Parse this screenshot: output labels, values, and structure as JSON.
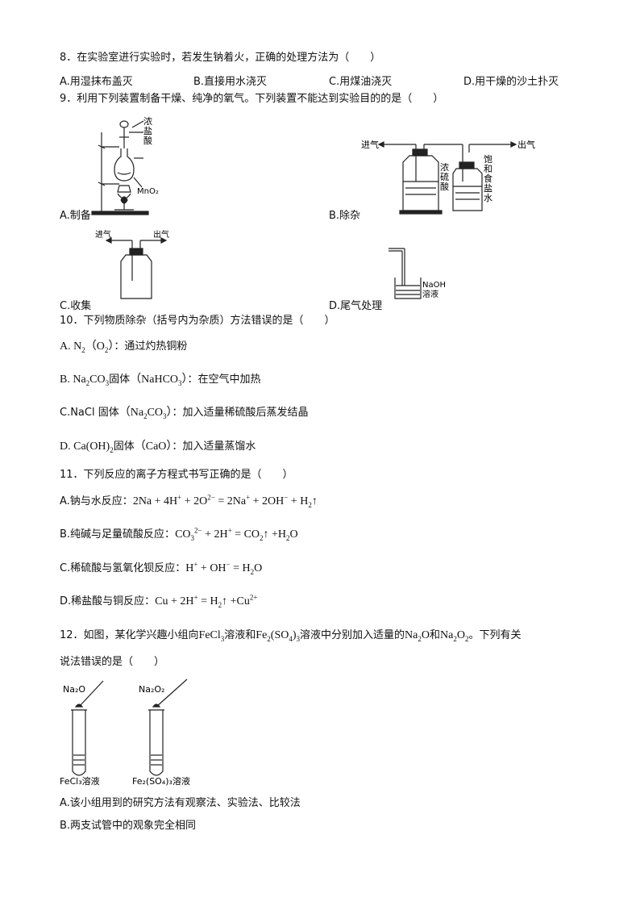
{
  "q8": {
    "stem": "8．在实验室进行实验时，若发生钠着火，正确的处理方法为（　　）",
    "options": [
      "A.用湿抹布盖灭",
      "B.直接用水浇灭",
      "C.用煤油浇灭",
      "D.用干燥的沙土扑灭"
    ]
  },
  "q9": {
    "stem": "9．利用下列装置制备干燥、纯净的氧气。下列装置不能达到实验目的的是（　　）",
    "options": [
      "A.制备",
      "B.除杂",
      "C.收集",
      "D.尾气处理"
    ],
    "fig_a": {
      "label_conc": "浓",
      "label_salt": "盐",
      "label_acid": "酸",
      "label_mno2": "MnO₂"
    },
    "fig_b": {
      "in": "进气",
      "out": "出气",
      "left1": "浓",
      "left2": "硫",
      "left3": "酸",
      "right1": "饱",
      "right2": "和",
      "right3": "食",
      "right4": "盐",
      "right5": "水"
    },
    "fig_c": {
      "in": "进气",
      "out": "出气"
    },
    "fig_d": {
      "label1": "NaOH",
      "label2": "溶液"
    }
  },
  "q10": {
    "stem": "10．下列物质除杂（括号内为杂质）方法错误的是（　　）",
    "a_text": "：通过灼热铜粉",
    "b_solid": "固体",
    "b_text": "：在空气中加热",
    "c_pre": "C.NaCl 固体",
    "c_text": "：加入适量稀硫酸后蒸发结晶",
    "d_solid": "固体",
    "d_text": "：加入适量蒸馏水"
  },
  "q11": {
    "stem": "11．下列反应的离子方程式书写正确的是（　　）",
    "a_pre": "A.钠与水反应：",
    "b_pre": "B.纯碱与足量硫酸反应：",
    "c_pre": "C.稀硫酸与氢氧化钡反应：",
    "d_pre": "D.稀盐酸与铜反应："
  },
  "q12": {
    "stem_1": "12．如图，某化学兴趣小组向",
    "stem_2": "溶液和",
    "stem_3": "溶液中分别加入适量的",
    "stem_4": "和",
    "stem_5": "。下列有关",
    "stem_line2": "说法错误的是（　　）",
    "fig": {
      "reagent_left": "Na₂O",
      "reagent_right": "Na₂O₂",
      "tube_left": "FeCl₃溶液",
      "tube_right": "Fe₂(SO₄)₃溶液"
    },
    "options": [
      "A.该小组用到的研究方法有观察法、实验法、比较法",
      "B.两支试管中的观象完全相同"
    ]
  }
}
